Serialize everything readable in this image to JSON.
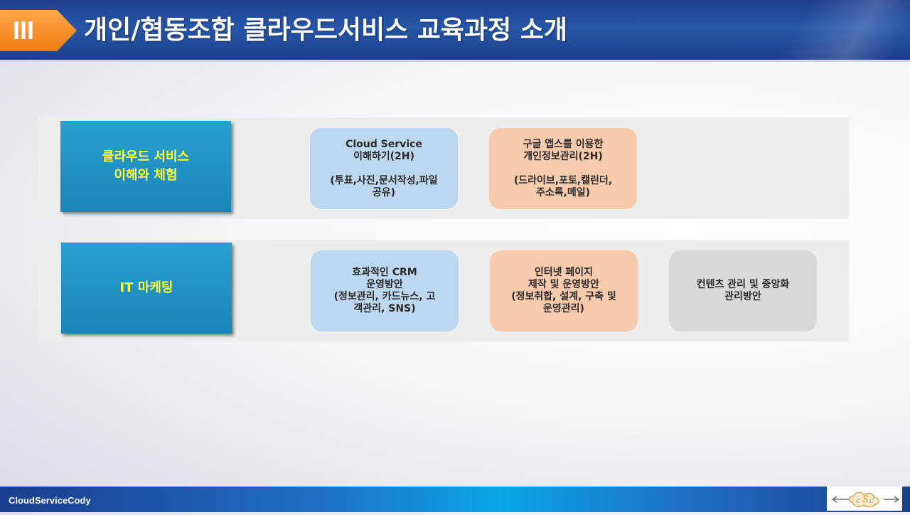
{
  "header": {
    "section_number": "III",
    "title": "개인/협동조합 클라우드서비스 교육과정 소개"
  },
  "sections": [
    {
      "category": "클라우드 서비스\n이해와 체험",
      "cards": [
        {
          "text": "Cloud Service\n이해하기(2H)\n\n(투표,사진,문서작성,파일\n공유)",
          "color": "blue"
        },
        {
          "text": "구글 앱스를 이용한\n개인정보관리(2H)\n\n(드라이브,포토,캘린더,\n주소록,메일)",
          "color": "orange"
        }
      ]
    },
    {
      "category": "IT 마케팅",
      "cards": [
        {
          "text": "효과적인 CRM\n운영방안\n(정보관리, 카드뉴스, 고\n객관리, SNS)",
          "color": "blue"
        },
        {
          "text": "인터넷 페이지\n제작 및 운영방안\n(정보취합, 설계, 구축 및\n운영관리)",
          "color": "orange"
        },
        {
          "text": "컨텐츠 관리 및 중앙화\n관리방안",
          "color": "gray"
        }
      ]
    }
  ],
  "footer": {
    "brand": "CloudServiceCody",
    "logo_icon": "cloud-logo-icon"
  },
  "colors": {
    "header_blue": "#2756a8",
    "accent_orange": "#f07c12",
    "category_teal": "#1a86b8",
    "category_text": "#ffff33",
    "card_blue": "#bdd7ee",
    "card_orange": "#f8cbad",
    "card_gray": "#d9d9d9"
  }
}
